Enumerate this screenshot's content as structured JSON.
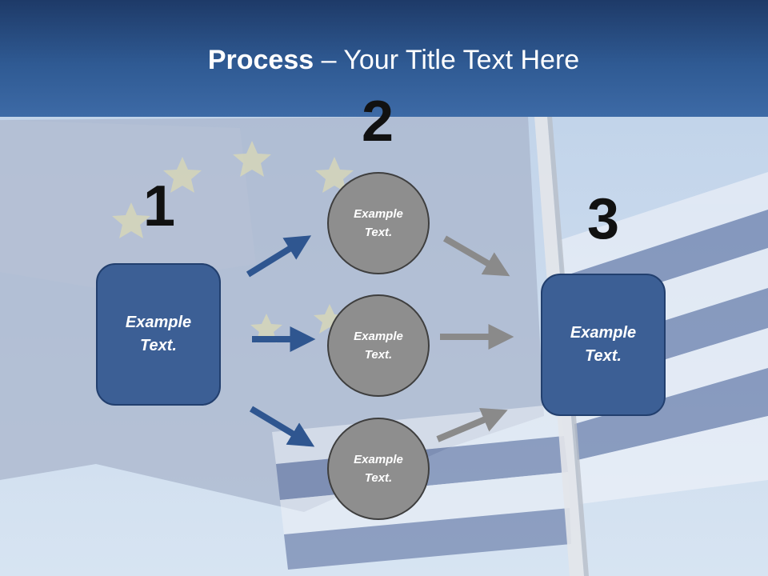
{
  "title": {
    "bold": "Process",
    "rest": " – Your Title Text Here"
  },
  "steps": [
    {
      "number": "1",
      "label": "Example\nText."
    },
    {
      "number": "2",
      "circles": [
        "Example\nText.",
        "Example\nText.",
        "Example\nText."
      ]
    },
    {
      "number": "3",
      "label": "Example\nText."
    }
  ],
  "colors": {
    "header": "#2f5a93",
    "box": "#3c5f95",
    "circle": "#8e8e8e",
    "arrow_blue": "#2f5690",
    "arrow_gray": "#8a8a8a"
  }
}
